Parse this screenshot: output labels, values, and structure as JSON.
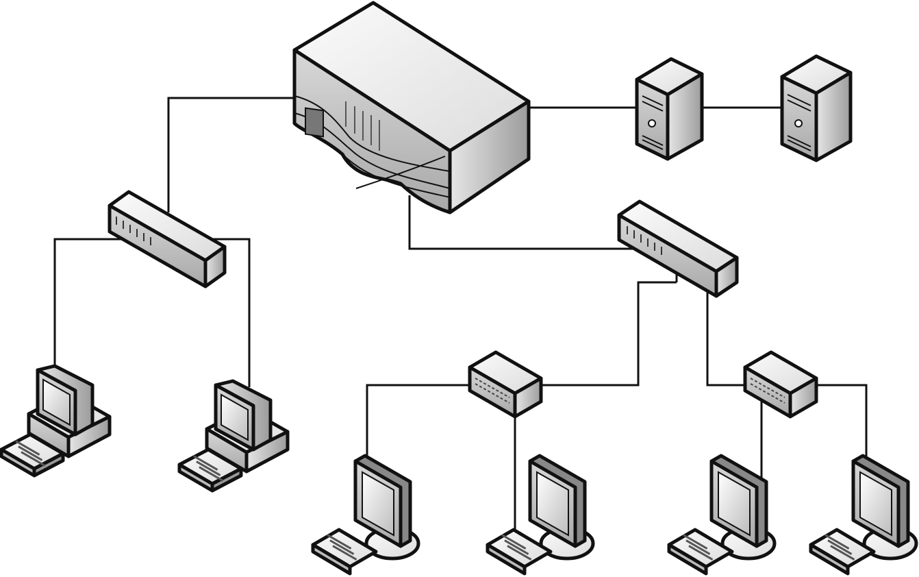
{
  "diagram": {
    "type": "network-topology",
    "nodes": [
      {
        "id": "core-router",
        "kind": "router-chassis"
      },
      {
        "id": "server-1",
        "kind": "tower-server"
      },
      {
        "id": "server-2",
        "kind": "tower-server"
      },
      {
        "id": "hub-left",
        "kind": "switch"
      },
      {
        "id": "hub-right",
        "kind": "switch"
      },
      {
        "id": "small-switch-1",
        "kind": "small-switch"
      },
      {
        "id": "small-switch-2",
        "kind": "small-switch"
      },
      {
        "id": "pc-crt-1",
        "kind": "desktop-crt-workstation"
      },
      {
        "id": "pc-crt-2",
        "kind": "desktop-crt-workstation"
      },
      {
        "id": "pc-lcd-1",
        "kind": "lcd-workstation"
      },
      {
        "id": "pc-lcd-2",
        "kind": "lcd-workstation"
      },
      {
        "id": "pc-lcd-3",
        "kind": "lcd-workstation"
      },
      {
        "id": "pc-lcd-4",
        "kind": "lcd-workstation"
      }
    ],
    "links": [
      [
        "core-router",
        "server-1"
      ],
      [
        "server-1",
        "server-2"
      ],
      [
        "core-router",
        "hub-left"
      ],
      [
        "core-router",
        "hub-right"
      ],
      [
        "hub-left",
        "pc-crt-1"
      ],
      [
        "hub-left",
        "pc-crt-2"
      ],
      [
        "hub-right",
        "small-switch-1"
      ],
      [
        "hub-right",
        "small-switch-2"
      ],
      [
        "small-switch-1",
        "pc-lcd-1"
      ],
      [
        "small-switch-1",
        "pc-lcd-2"
      ],
      [
        "small-switch-2",
        "pc-lcd-3"
      ],
      [
        "small-switch-2",
        "pc-lcd-4"
      ]
    ],
    "colors": {
      "stroke": "#111111",
      "light": "#f4f4f4",
      "mid": "#d2d2d2",
      "dark": "#9a9a9a",
      "background": "#ffffff"
    }
  }
}
